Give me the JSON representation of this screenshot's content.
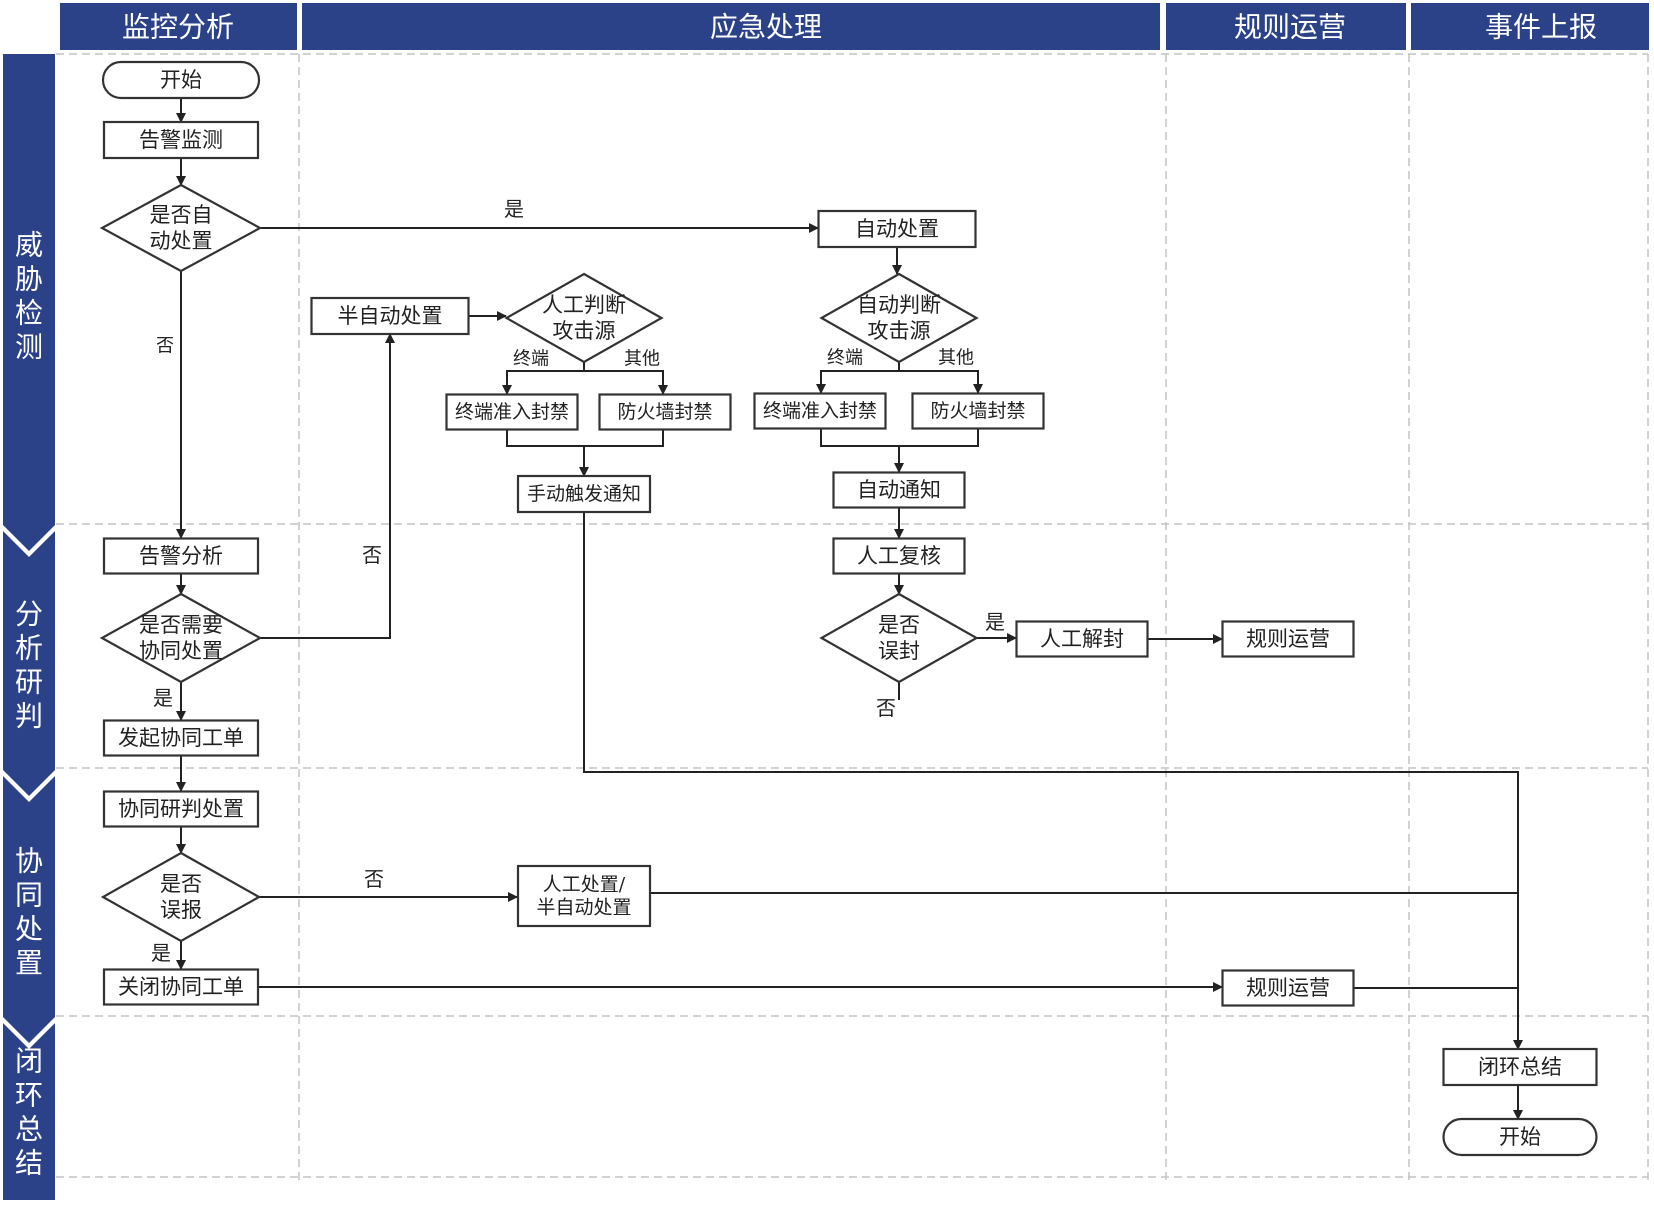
{
  "columns": [
    {
      "id": "monitor",
      "label": "监控分析"
    },
    {
      "id": "emergency",
      "label": "应急处理"
    },
    {
      "id": "rules",
      "label": "规则运营"
    },
    {
      "id": "report",
      "label": "事件上报"
    }
  ],
  "rows": [
    {
      "id": "detect",
      "label": "威胁检测"
    },
    {
      "id": "analyze",
      "label": "分析研判"
    },
    {
      "id": "cooperate",
      "label": "协同处置"
    },
    {
      "id": "close",
      "label": "闭环总结"
    }
  ],
  "nodes": {
    "start": {
      "shape": "terminal",
      "lines": [
        "开始"
      ]
    },
    "alert_monitor": {
      "shape": "process",
      "lines": [
        "告警监测"
      ]
    },
    "auto_decision": {
      "shape": "decision",
      "lines": [
        "是否自",
        "动处置"
      ]
    },
    "auto_handle": {
      "shape": "process",
      "lines": [
        "自动处置"
      ]
    },
    "semi_auto": {
      "shape": "process",
      "lines": [
        "半自动处置"
      ]
    },
    "manual_judge": {
      "shape": "decision",
      "lines": [
        "人工判断",
        "攻击源"
      ]
    },
    "auto_judge": {
      "shape": "decision",
      "lines": [
        "自动判断",
        "攻击源"
      ]
    },
    "terminal_block_1": {
      "shape": "process",
      "lines": [
        "终端准入封禁"
      ]
    },
    "firewall_block_1": {
      "shape": "process",
      "lines": [
        "防火墙封禁"
      ]
    },
    "terminal_block_2": {
      "shape": "process",
      "lines": [
        "终端准入封禁"
      ]
    },
    "firewall_block_2": {
      "shape": "process",
      "lines": [
        "防火墙封禁"
      ]
    },
    "manual_notify": {
      "shape": "process",
      "lines": [
        "手动触发通知"
      ]
    },
    "auto_notify": {
      "shape": "process",
      "lines": [
        "自动通知"
      ]
    },
    "alert_analysis": {
      "shape": "process",
      "lines": [
        "告警分析"
      ]
    },
    "manual_review": {
      "shape": "process",
      "lines": [
        "人工复核"
      ]
    },
    "coop_decision": {
      "shape": "decision",
      "lines": [
        "是否需要",
        "协同处置"
      ]
    },
    "mis_block": {
      "shape": "decision",
      "lines": [
        "是否",
        "误封"
      ]
    },
    "manual_unblock": {
      "shape": "process",
      "lines": [
        "人工解封"
      ]
    },
    "rule_ops_1": {
      "shape": "process",
      "lines": [
        "规则运营"
      ]
    },
    "create_ticket": {
      "shape": "process",
      "lines": [
        "发起协同工单"
      ]
    },
    "coop_handle": {
      "shape": "process",
      "lines": [
        "协同研判处置"
      ]
    },
    "false_alarm": {
      "shape": "decision",
      "lines": [
        "是否",
        "误报"
      ]
    },
    "manual_semi": {
      "shape": "process",
      "lines": [
        "人工处置/",
        "半自动处置"
      ]
    },
    "close_ticket": {
      "shape": "process",
      "lines": [
        "关闭协同工单"
      ]
    },
    "rule_ops_2": {
      "shape": "process",
      "lines": [
        "规则运营"
      ]
    },
    "closed_loop": {
      "shape": "process",
      "lines": [
        "闭环总结"
      ]
    },
    "end": {
      "shape": "terminal",
      "lines": [
        "开始"
      ]
    }
  },
  "edges": [
    {
      "from": "start",
      "to": "alert_monitor"
    },
    {
      "from": "alert_monitor",
      "to": "auto_decision"
    },
    {
      "from": "auto_decision",
      "to": "auto_handle",
      "label": "是"
    },
    {
      "from": "auto_decision",
      "to": "alert_analysis",
      "label": "否"
    },
    {
      "from": "auto_handle",
      "to": "auto_judge"
    },
    {
      "from": "semi_auto",
      "to": "manual_judge"
    },
    {
      "from": "manual_judge",
      "to": "terminal_block_1",
      "label": "终端"
    },
    {
      "from": "manual_judge",
      "to": "firewall_block_1",
      "label": "其他"
    },
    {
      "from": "terminal_block_1",
      "to": "manual_notify"
    },
    {
      "from": "firewall_block_1",
      "to": "manual_notify"
    },
    {
      "from": "auto_judge",
      "to": "terminal_block_2",
      "label": "终端"
    },
    {
      "from": "auto_judge",
      "to": "firewall_block_2",
      "label": "其他"
    },
    {
      "from": "terminal_block_2",
      "to": "auto_notify"
    },
    {
      "from": "firewall_block_2",
      "to": "auto_notify"
    },
    {
      "from": "auto_notify",
      "to": "manual_review"
    },
    {
      "from": "manual_review",
      "to": "mis_block"
    },
    {
      "from": "mis_block",
      "to": "manual_unblock",
      "label": "是"
    },
    {
      "from": "mis_block",
      "label": "否"
    },
    {
      "from": "manual_unblock",
      "to": "rule_ops_1"
    },
    {
      "from": "alert_analysis",
      "to": "coop_decision"
    },
    {
      "from": "coop_decision",
      "to": "semi_auto",
      "label": "否"
    },
    {
      "from": "coop_decision",
      "to": "create_ticket",
      "label": "是"
    },
    {
      "from": "create_ticket",
      "to": "coop_handle"
    },
    {
      "from": "coop_handle",
      "to": "false_alarm"
    },
    {
      "from": "false_alarm",
      "to": "manual_semi",
      "label": "否"
    },
    {
      "from": "false_alarm",
      "to": "close_ticket",
      "label": "是"
    },
    {
      "from": "close_ticket",
      "to": "rule_ops_2"
    },
    {
      "from": "manual_notify",
      "to": "closed_loop"
    },
    {
      "from": "manual_semi",
      "to": "closed_loop"
    },
    {
      "from": "rule_ops_2",
      "to": "closed_loop"
    },
    {
      "from": "closed_loop",
      "to": "end"
    }
  ],
  "colors": {
    "header": "#2b4289",
    "header_text": "#ffffff",
    "stroke": "#333333",
    "lane_line": "#c4c4c4"
  }
}
